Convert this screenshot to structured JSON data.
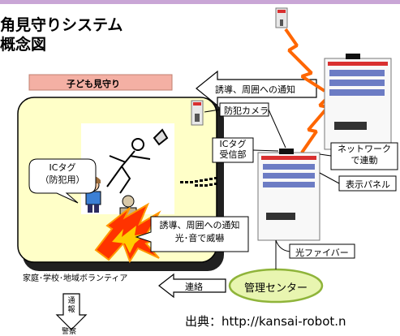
{
  "title_line1": "角見守りシステム",
  "title_line2": "概念図",
  "child_watch_label": "子ども見守り",
  "guidance_notify_top": "誘導、周囲への通知",
  "security_camera": "防犯カメラ",
  "ic_tag_receiver": "ICタグ\n受信部",
  "network_link": "ネットワーク\nで連動",
  "display_panel": "表示パネル",
  "ic_tag_security": "ICタグ\n（防犯用）",
  "guidance_notify_bottom": "誘導、周囲への通知\n光･音で威嚇",
  "optical_fiber": "光ファイバー",
  "community_label": "家庭･学校･地域ボランティア",
  "contact_label": "連絡",
  "management_center": "管理センター",
  "report_label": "通報",
  "police_label": "警察",
  "source_text": "出典：http://kansai-robot.n",
  "colors": {
    "yellow_area": "#ffffc8",
    "header_pink": "#f4b0a4",
    "center_green": "#e8f5b0",
    "center_border": "#8fb43a",
    "lightning_red": "#ff3300",
    "lightning_orange": "#ff9900",
    "vending_red": "#d93030"
  }
}
